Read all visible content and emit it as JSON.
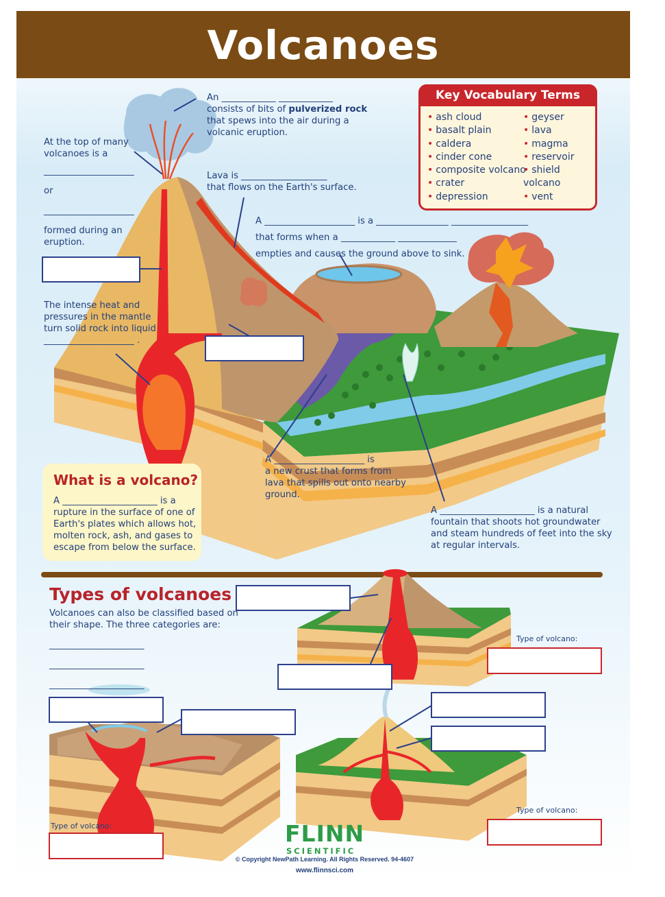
{
  "title": "Volcanoes",
  "vocabulary": {
    "heading": "Key Vocabulary Terms",
    "col1": [
      "ash cloud",
      "basalt plain",
      "caldera",
      "cinder cone",
      "composite volcano",
      "crater",
      "depression"
    ],
    "col2": [
      "geyser",
      "lava",
      "magma",
      "reservoir",
      "shield volcano",
      "vent"
    ]
  },
  "labels": {
    "ash_cloud": [
      "An ____________ ____________",
      "consists of bits of ",
      "pulverized rock",
      "that spews into the air during a",
      "volcanic eruption."
    ],
    "crater": [
      "At the top of many",
      "volcanoes is a",
      "____________________",
      "or",
      "____________________",
      "formed during an",
      "eruption."
    ],
    "lava": [
      "Lava is ___________________",
      "that flows on the Earth's surface."
    ],
    "caldera": [
      "A ____________________ is a ________________  _________________",
      "that forms when a ____________  _____________",
      "empties and causes the ground above to sink."
    ],
    "magma": [
      "The intense heat and",
      "pressures in the mantle",
      "turn solid rock into liquid",
      "____________________ ."
    ],
    "basalt": [
      "A ____________________  is",
      "a new crust that forms from",
      "lava that spills out onto nearby",
      "ground."
    ],
    "geyser": [
      "A _____________________ is a natural",
      "fountain that shoots hot groundwater",
      "and steam hundreds of feet into the sky",
      "at regular intervals."
    ]
  },
  "what_is": {
    "heading": "What is a volcano?",
    "lines": [
      "A _____________________ is a",
      "rupture in the surface of one of",
      "Earth's plates which allows hot,",
      "molten rock, ash, and gases to",
      "escape from below the surface."
    ]
  },
  "types": {
    "heading": "Types of volcanoes",
    "lines": [
      "Volcanoes can also be classified based on",
      "their shape. The three categories are:"
    ],
    "blanks": [
      "_____________________",
      "_____________________",
      "_____________________"
    ],
    "type_label": "Type of volcano:"
  },
  "footer": {
    "brand": "FLINN",
    "brand_sub": "SCIENTIFIC",
    "copyright": "© Copyright NewPath Learning. All Rights Reserved. 94-4607",
    "url": "www.flinnsci.com"
  }
}
